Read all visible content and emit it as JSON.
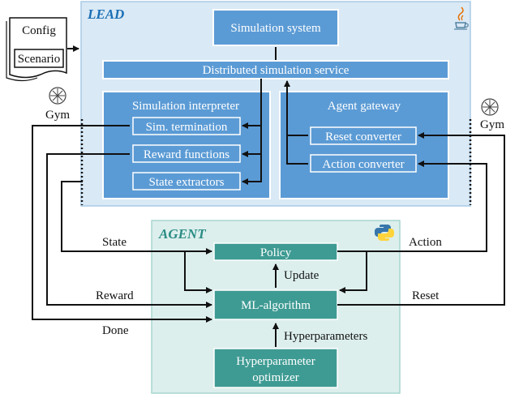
{
  "colors": {
    "lead_bg": "#d9e9f5",
    "lead_border": "#a9cbe6",
    "lead_box": "#5b9bd5",
    "lead_title": "#1a6fb5",
    "agent_bg": "#dcefed",
    "agent_border": "#a8d6d0",
    "agent_box": "#3e9b93",
    "agent_title": "#2a8c84",
    "line": "#111111"
  },
  "lead": {
    "title": "LEAD",
    "simulation_system": "Simulation system",
    "distributed_service": "Distributed simulation service",
    "interpreter": {
      "title": "Simulation interpreter",
      "items": [
        "Sim. termination",
        "Reward functions",
        "State extractors"
      ]
    },
    "gateway": {
      "title": "Agent gateway",
      "items": [
        "Reset converter",
        "Action converter"
      ]
    }
  },
  "agent": {
    "title": "AGENT",
    "policy": "Policy",
    "ml_algorithm": "ML-algorithm",
    "optimizer_line1": "Hyperparameter",
    "optimizer_line2": "optimizer"
  },
  "inputs": {
    "config": "Config",
    "scenario": "Scenario"
  },
  "gym_left": "Gym",
  "gym_right": "Gym",
  "edge_labels": {
    "state": "State",
    "reward": "Reward",
    "done": "Done",
    "action": "Action",
    "reset": "Reset",
    "update": "Update",
    "hyperparameters": "Hyperparameters"
  },
  "icons": [
    "java-icon",
    "python-icon",
    "gym-icon"
  ]
}
